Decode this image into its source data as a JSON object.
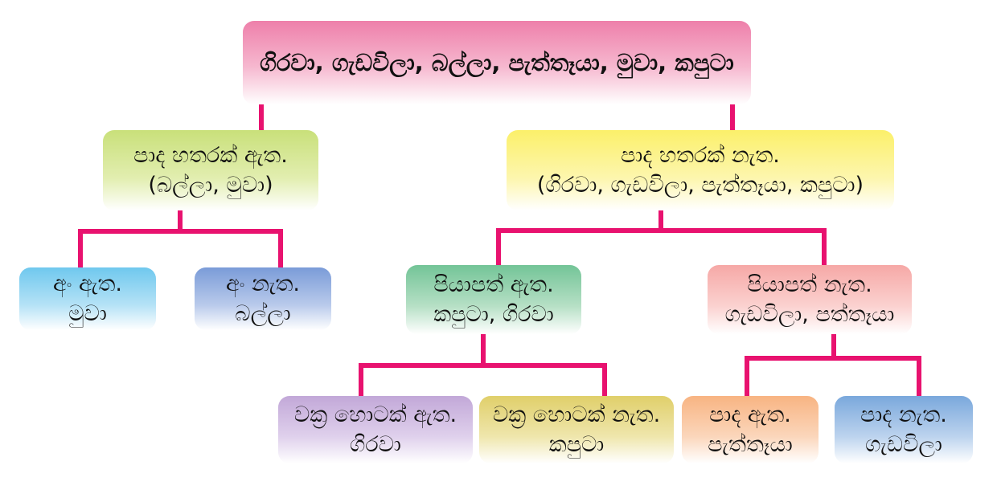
{
  "colors": {
    "connector": "#e8126f",
    "root": "#ee7faa",
    "four_legs_yes": "#c9e07a",
    "four_legs_no": "#fbf06a",
    "scales_yes": "#6fc8ee",
    "scales_no": "#7a9bd8",
    "wings_yes": "#73c497",
    "wings_no": "#f6a8a6",
    "beak_yes": "#c2a8d8",
    "beak_no": "#e0cf6a",
    "legs_yes": "#f8b482",
    "legs_no": "#7aa8dc"
  },
  "nodes": {
    "root": {
      "lines": [
        "ගිරවා, ගැඩවිලා, බල්ලා, පැත්තෑයා, මුවා, කපුටා"
      ]
    },
    "n_a": {
      "lines": [
        "පාද හතරක් ඇත.",
        "(බල්ලා, මුවා)"
      ]
    },
    "n_b": {
      "lines": [
        "පාද හතරක් නැත.",
        "(ගිරවා, ගැඩවිලා, පැත්තෑයා, කපුටා)"
      ]
    },
    "n_a1": {
      "lines": [
        "අං ඇත.",
        "මුවා"
      ]
    },
    "n_a2": {
      "lines": [
        "අං නැත.",
        "බල්ලා"
      ]
    },
    "n_b1": {
      "lines": [
        "පියාපත් ඇත.",
        "කපුටා, ගිරවා"
      ]
    },
    "n_b2": {
      "lines": [
        "පියාපත් නැත.",
        "ගැඩවිලා, පත්තෑයා"
      ]
    },
    "n_b1a": {
      "lines": [
        "වක්‍ර හොටක් ඇත.",
        "ගිරවා"
      ]
    },
    "n_b1b": {
      "lines": [
        "වක්‍ර හොටක් නැත.",
        "කපුටා"
      ]
    },
    "n_b2a": {
      "lines": [
        "පාද ඇත.",
        "පැත්තෑයා"
      ]
    },
    "n_b2b": {
      "lines": [
        "පාද නැත.",
        "ගැඩවිලා"
      ]
    }
  }
}
